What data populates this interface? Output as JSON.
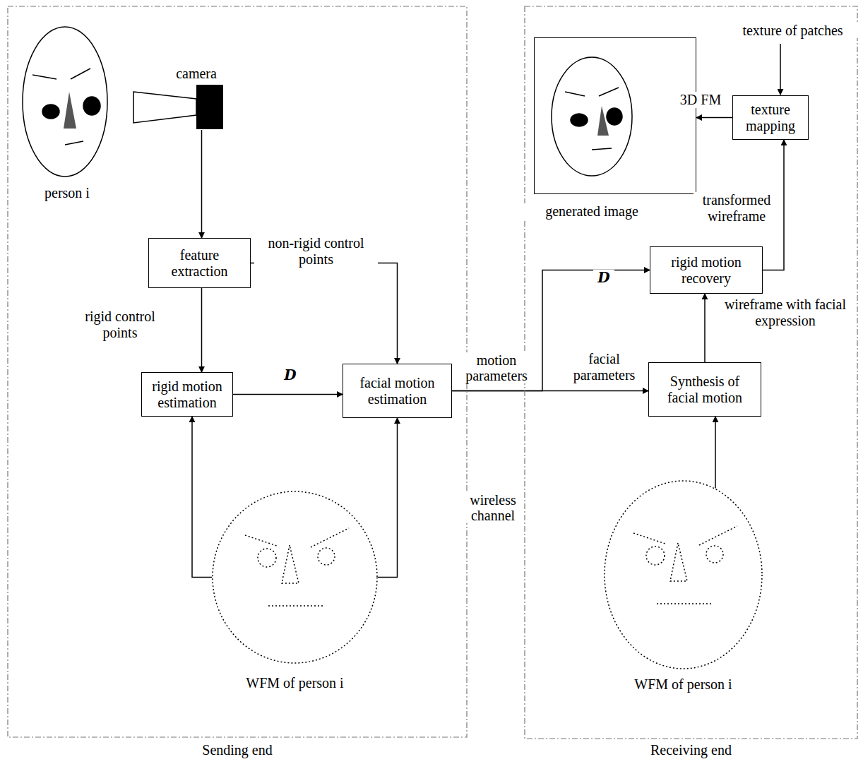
{
  "diagram": {
    "nodes": [
      {
        "text": [
          "Sending end"
        ]
      },
      {
        "text": [
          "camera"
        ],
        "in": 0
      },
      {
        "text": [
          "feature extraction"
        ],
        "in": 0
      },
      {
        "text": [
          "rigid motion estimation"
        ],
        "in": 0
      },
      {
        "text": [
          "facial motion estimation"
        ],
        "in": 0
      },
      {
        "text": [
          "WFM of person i"
        ],
        "in": 0
      },
      {
        "text": [
          "Receiving end"
        ]
      },
      {
        "text": [
          "generated image"
        ],
        "in": 6
      },
      {
        "text": [
          "texture mapping"
        ],
        "in": 6
      },
      {
        "text": [
          "rigid motion recovery"
        ],
        "in": 6
      },
      {
        "text": [
          "Synthesis of facial motion"
        ],
        "in": 6
      },
      {
        "text": [
          "WFM of person i"
        ],
        "in": 6
      }
    ],
    "edges": [
      {
        "from": 1,
        "to": 2,
        "arrow": "to"
      },
      {
        "from": 2,
        "to": 3,
        "arrow": "to",
        "label": "rigid control points"
      },
      {
        "from": 2,
        "to": 4,
        "arrow": "to",
        "label": "non-rigid control points"
      },
      {
        "from": 3,
        "to": 4,
        "arrow": "to",
        "label": "D"
      },
      {
        "from": 5,
        "to": 3,
        "arrow": "to"
      },
      {
        "from": 5,
        "to": 4,
        "arrow": "to"
      },
      {
        "from": 4,
        "to": 9,
        "arrow": "to",
        "label": "D"
      },
      {
        "from": 4,
        "to": 10,
        "arrow": "to",
        "label": "facial parameters"
      },
      {
        "from": 11,
        "to": 10,
        "arrow": "to"
      },
      {
        "from": 10,
        "to": 9,
        "arrow": "to",
        "label": "wireframe with facial expression"
      },
      {
        "from": 9,
        "to": 8,
        "arrow": "to",
        "label": "transformed wireframe"
      },
      {
        "from": 8,
        "to": 7,
        "arrow": "to",
        "label": "3D FM"
      }
    ],
    "labels": [
      "person i",
      "texture of patches",
      "motion parameters",
      "wireless channel"
    ]
  }
}
